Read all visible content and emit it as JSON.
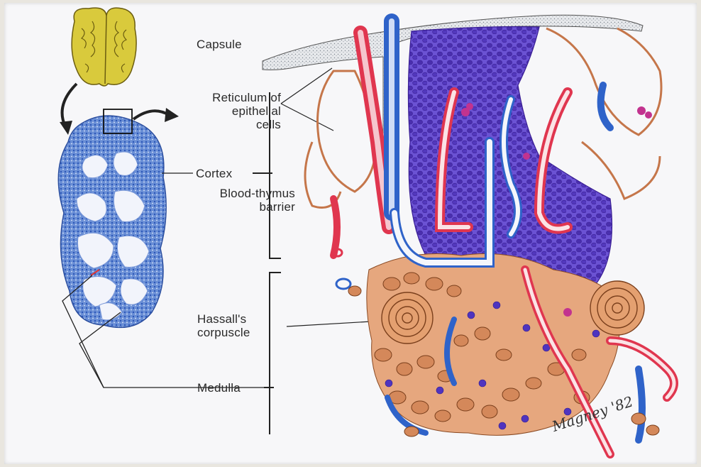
{
  "labels": {
    "capsule": "Capsule",
    "reticulum_line1": "Reticulum of",
    "reticulum_line2": "epithelial",
    "reticulum_line3": "cells",
    "cortex": "Cortex",
    "barrier_line1": "Blood-thymus",
    "barrier_line2": "barrier",
    "hassall_line1": "Hassall's",
    "hassall_line2": "corpuscle",
    "medulla": "Medulla"
  },
  "signature": "Magney '82",
  "colors": {
    "background": "#f7f7f9",
    "cortex_lymphocytes": "#5b3fc4",
    "vessel_artery": "#e0364f",
    "vessel_vein": "#2f63c9",
    "epithelial_cells": "#d9875a",
    "thymus_lobe": "#4a7fcf",
    "brain": "#d8c83a"
  }
}
